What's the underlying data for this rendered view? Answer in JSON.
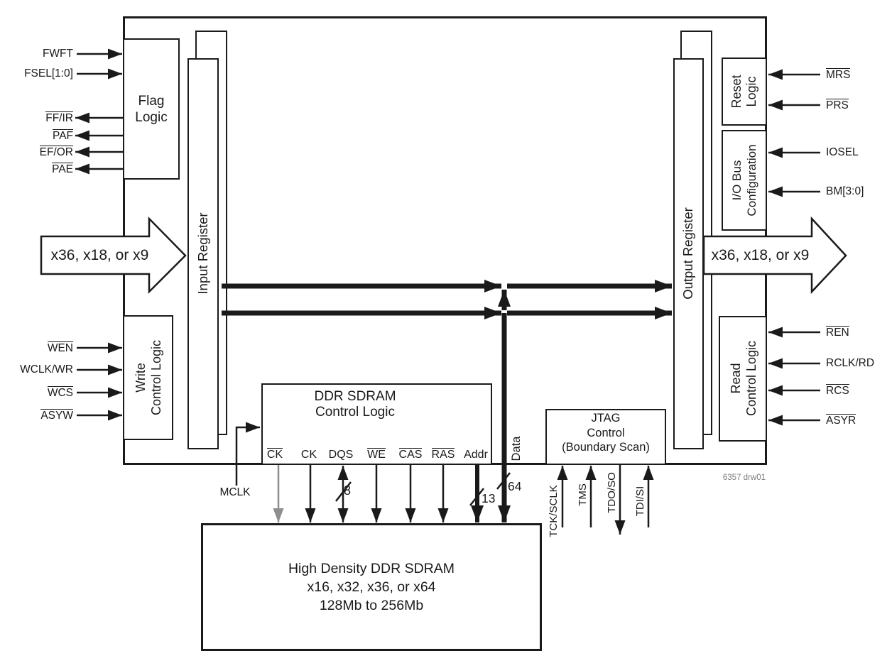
{
  "colors": {
    "ink": "#1a1a1a",
    "gray_line": "#8e8e8e",
    "watermark_gray": "#7a7a7a"
  },
  "watermark": "6357 drw01",
  "buses": {
    "left_label": "x36, x18, or x9",
    "right_label": "x36, x18, or x9",
    "data_label": "Data",
    "data_width": "64",
    "addr_width": "13",
    "dqs_width": "8"
  },
  "blocks": {
    "flag_logic": "Flag\nLogic",
    "input_register": "Input Register",
    "output_register": "Output Register",
    "write_control": "Write\nControl Logic",
    "ddr_control": "DDR SDRAM\nControl Logic",
    "jtag": "JTAG\nControl\n(Boundary Scan)",
    "sdram": "High Density DDR SDRAM\nx16, x32, x36, or x64\n128Mb to 256Mb",
    "reset_logic": "Reset\nLogic",
    "io_bus": "I/O Bus\nConfiguration",
    "read_control": "Read\nControl Logic"
  },
  "signals": {
    "left_inputs": [
      {
        "label": "FWFT",
        "overline": false
      },
      {
        "label": "FSEL[1:0]",
        "overline": false
      }
    ],
    "flag_outputs": [
      {
        "label": "FF/IR",
        "overline": true
      },
      {
        "label": "PAF",
        "overline": true
      },
      {
        "label": "EF/OR",
        "overline": true
      },
      {
        "label": "PAE",
        "overline": true
      }
    ],
    "write_inputs": [
      {
        "label": "WEN",
        "overline": true
      },
      {
        "label": "WCLK/WR",
        "overline": false
      },
      {
        "label": "WCS",
        "overline": true
      },
      {
        "label": "ASYW",
        "overline": true
      }
    ],
    "mclk": {
      "label": "MCLK",
      "overline": false
    },
    "reset_inputs": [
      {
        "label": "MRS",
        "overline": true
      },
      {
        "label": "PRS",
        "overline": true
      }
    ],
    "io_inputs": [
      {
        "label": "IOSEL",
        "overline": false
      },
      {
        "label": "BM[3:0]",
        "overline": false
      }
    ],
    "read_inputs": [
      {
        "label": "REN",
        "overline": true
      },
      {
        "label": "RCLK/RD",
        "overline": false
      },
      {
        "label": "RCS",
        "overline": true
      },
      {
        "label": "ASYR",
        "overline": true
      }
    ],
    "sdram_pins": [
      {
        "label": "CK",
        "overline": true
      },
      {
        "label": "CK",
        "overline": false
      },
      {
        "label": "DQS",
        "overline": false
      },
      {
        "label": "WE",
        "overline": true
      },
      {
        "label": "CAS",
        "overline": true
      },
      {
        "label": "RAS",
        "overline": true
      },
      {
        "label": "Addr",
        "overline": false
      }
    ],
    "jtag_pins": [
      {
        "label": "TCK/SCLK",
        "overline": false
      },
      {
        "label": "TMS",
        "overline": false
      },
      {
        "label": "TDO/SO",
        "overline": false
      },
      {
        "label": "TDI/SI",
        "overline": false
      }
    ]
  }
}
